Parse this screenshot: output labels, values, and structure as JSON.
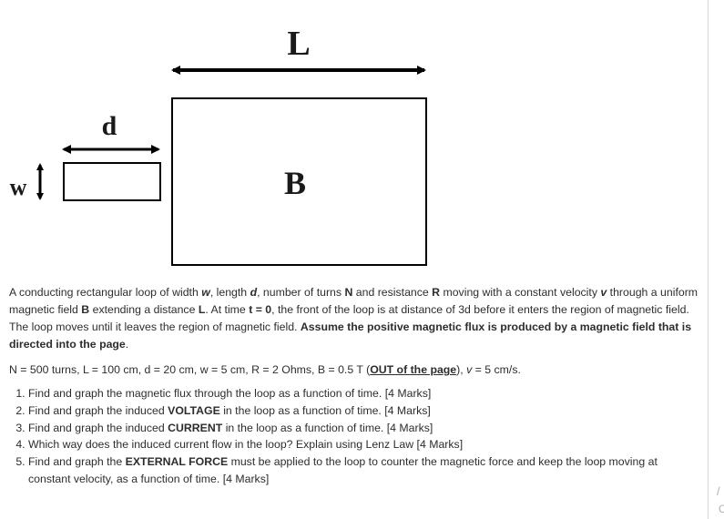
{
  "diagram": {
    "label_L": "L",
    "label_d": "d",
    "label_w": "w",
    "label_B": "B"
  },
  "description": {
    "s1": "A conducting rectangular loop of width ",
    "w": "w",
    "s2": ", length ",
    "d": "d",
    "s3": ", number of turns ",
    "N": "N",
    "s4": " and resistance ",
    "R": "R",
    "s5": " moving with a constant velocity ",
    "v": "v",
    "s6": " through a uniform magnetic field ",
    "B": "B",
    "s7": " extending a distance ",
    "L": "L",
    "s8": ". At time ",
    "t0": "t = 0",
    "s9": ", the front of the loop is at distance of 3d before it enters the region of magnetic field. The loop moves until it leaves the region of magnetic field.  ",
    "assume": "Assume the positive magnetic flux is produced by a magnetic field that is directed into the page",
    "s10": "."
  },
  "given": {
    "prefix": "N = 500 turns, L = 100 cm, d = 20 cm, w = 5 cm, R = 2 Ohms, B = 0.5 T (",
    "out": "OUT of the page",
    "mid": "), ",
    "v": "v",
    "suffix": " = 5 cm/s."
  },
  "questions": [
    {
      "pre": "Find and graph the magnetic flux through the loop as a function of time. [4 Marks]",
      "bold": "",
      "post": ""
    },
    {
      "pre": "Find and graph the induced ",
      "bold": "VOLTAGE",
      "post": " in the loop as a function of time. [4 Marks]"
    },
    {
      "pre": "Find and graph the induced ",
      "bold": "CURRENT",
      "post": " in the loop as a function of time. [4 Marks]"
    },
    {
      "pre": "Which way does the induced current flow in the loop? Explain using Lenz Law [4 Marks]",
      "bold": "",
      "post": ""
    },
    {
      "pre": "Find and graph the ",
      "bold": "EXTERNAL FORCE",
      "post": " must be applied to the loop to counter the magnetic force and keep the loop moving at constant velocity, as a function of time. [4 Marks]"
    }
  ],
  "edge": {
    "a": "/",
    "c": "C"
  }
}
